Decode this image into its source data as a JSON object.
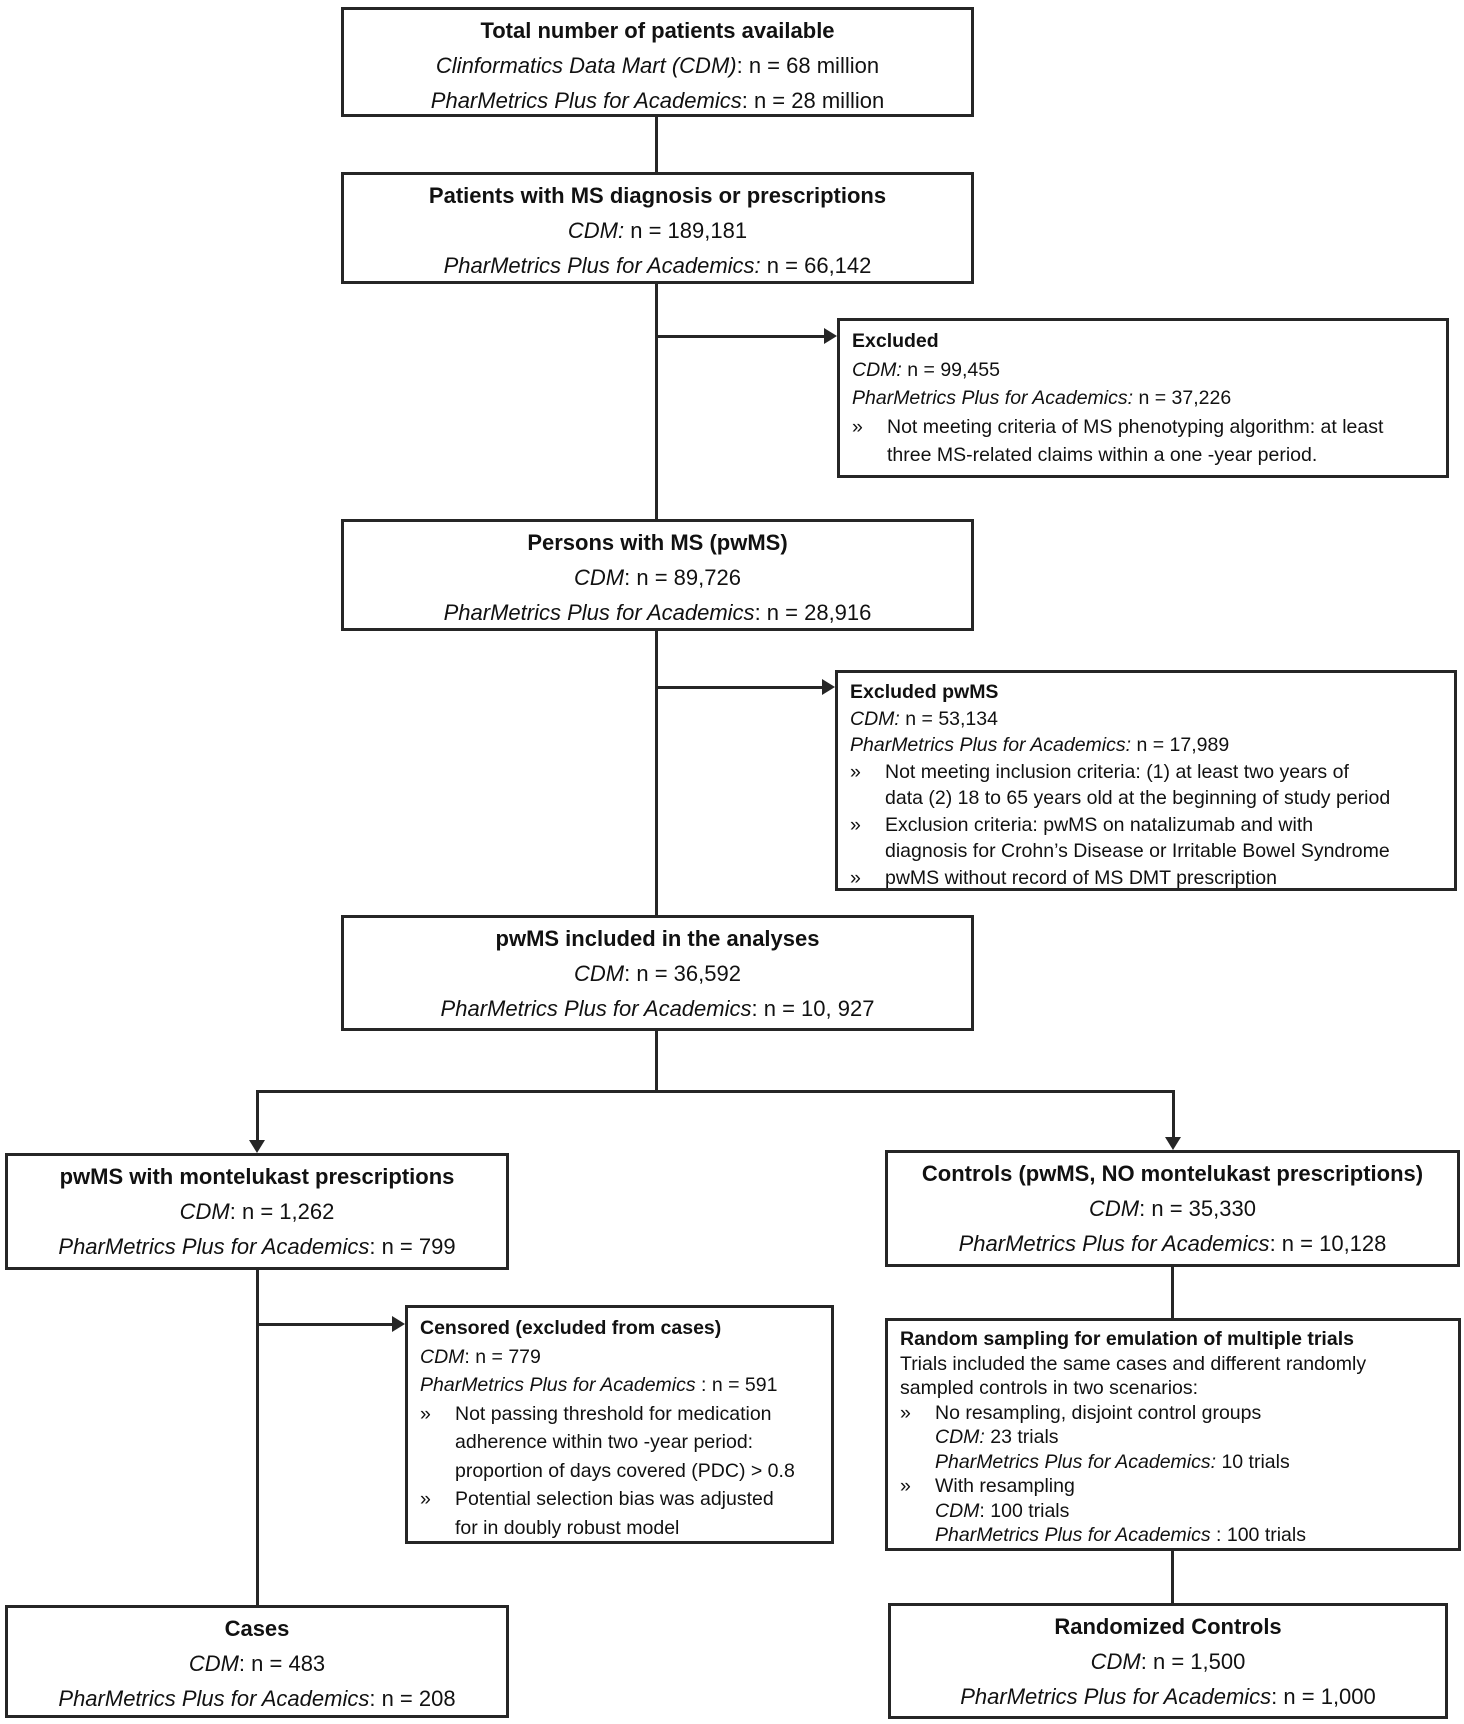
{
  "bullet_marker": "»",
  "colors": {
    "line": "#262626",
    "text": "#111111",
    "background": "#ffffff"
  },
  "boxes": [
    {
      "id": "total-patients",
      "title": "Total number of patients available",
      "content": [
        {
          "type": "line",
          "parts": [
            {
              "t": "Clinformatics Data Mart (CDM)",
              "i": true
            },
            {
              "t": ": n = 68 million"
            }
          ]
        },
        {
          "type": "line",
          "parts": [
            {
              "t": "PharMetrics Plus for Academics",
              "i": true
            },
            {
              "t": ": n = 28 million"
            }
          ]
        }
      ]
    },
    {
      "id": "ms-diagnosis",
      "title": "Patients with MS diagnosis or prescriptions",
      "content": [
        {
          "type": "line",
          "parts": [
            {
              "t": "CDM:",
              "i": true
            },
            {
              "t": " n = 189,181"
            }
          ]
        },
        {
          "type": "line",
          "parts": [
            {
              "t": "PharMetrics Plus for Academics:",
              "i": true
            },
            {
              "t": " n = 66,142"
            }
          ]
        }
      ]
    },
    {
      "id": "excluded-ms",
      "title": "Excluded",
      "content": [
        {
          "type": "line",
          "parts": [
            {
              "t": "CDM:",
              "i": true
            },
            {
              "t": " n = 99,455"
            }
          ]
        },
        {
          "type": "line",
          "parts": [
            {
              "t": "PharMetrics Plus for Academics:",
              "i": true
            },
            {
              "t": " n = 37,226"
            }
          ]
        },
        {
          "type": "bullet",
          "lines": [
            [
              {
                "t": "Not meeting criteria of MS phenotyping algorithm: at least"
              }
            ],
            [
              {
                "t": "three MS-related claims within a one -year period."
              }
            ]
          ]
        }
      ]
    },
    {
      "id": "pwms",
      "title": "Persons with MS (pwMS)",
      "content": [
        {
          "type": "line",
          "parts": [
            {
              "t": "CDM",
              "i": true
            },
            {
              "t": ": n = 89,726"
            }
          ]
        },
        {
          "type": "line",
          "parts": [
            {
              "t": "PharMetrics Plus for Academics",
              "i": true
            },
            {
              "t": ": n = 28,916"
            }
          ]
        }
      ]
    },
    {
      "id": "excluded-pwms",
      "title": "Excluded pwMS",
      "content": [
        {
          "type": "line",
          "parts": [
            {
              "t": "CDM:",
              "i": true
            },
            {
              "t": " n = 53,134"
            }
          ]
        },
        {
          "type": "line",
          "parts": [
            {
              "t": "PharMetrics Plus for Academics:",
              "i": true
            },
            {
              "t": " n = 17,989"
            }
          ]
        },
        {
          "type": "bullet",
          "lines": [
            [
              {
                "t": "Not meeting inclusion criteria: (1) at least two years of"
              }
            ],
            [
              {
                "t": "data (2) 18 to 65 years old at the beginning of study period"
              }
            ]
          ]
        },
        {
          "type": "bullet",
          "lines": [
            [
              {
                "t": "Exclusion criteria: pwMS on natalizumab and with"
              }
            ],
            [
              {
                "t": "diagnosis for Crohn’s Disease or Irritable Bowel  Syndrome"
              }
            ]
          ]
        },
        {
          "type": "bullet",
          "lines": [
            [
              {
                "t": "pwMS without record of MS DMT prescription"
              }
            ]
          ]
        }
      ]
    },
    {
      "id": "included",
      "title": "pwMS included in the analyses",
      "content": [
        {
          "type": "line",
          "parts": [
            {
              "t": "CDM",
              "i": true
            },
            {
              "t": ": n = 36,592"
            }
          ]
        },
        {
          "type": "line",
          "parts": [
            {
              "t": "PharMetrics Plus for Academics",
              "i": true
            },
            {
              "t": ": n = 10, 927"
            }
          ]
        }
      ]
    },
    {
      "id": "montelukast",
      "title": "pwMS with montelukast prescriptions",
      "content": [
        {
          "type": "line",
          "parts": [
            {
              "t": "CDM",
              "i": true
            },
            {
              "t": ": n = 1,262"
            }
          ]
        },
        {
          "type": "line",
          "parts": [
            {
              "t": "PharMetrics Plus for Academics",
              "i": true
            },
            {
              "t": ": n = 799"
            }
          ]
        }
      ]
    },
    {
      "id": "controls",
      "title": "Controls (pwMS, NO montelukast prescriptions)",
      "content": [
        {
          "type": "line",
          "parts": [
            {
              "t": "CDM",
              "i": true
            },
            {
              "t": ": n = 35,330"
            }
          ]
        },
        {
          "type": "line",
          "parts": [
            {
              "t": "PharMetrics Plus for Academics",
              "i": true
            },
            {
              "t": ": n = 10,128"
            }
          ]
        }
      ]
    },
    {
      "id": "censored",
      "title": "Censored (excluded from cases)",
      "content": [
        {
          "type": "line",
          "parts": [
            {
              "t": "CDM",
              "i": true
            },
            {
              "t": ": n = 779"
            }
          ]
        },
        {
          "type": "line",
          "parts": [
            {
              "t": "PharMetrics Plus for Academics",
              "i": true
            },
            {
              "t": " : n = 591"
            }
          ]
        },
        {
          "type": "bullet",
          "lines": [
            [
              {
                "t": "Not passing threshold for medication"
              }
            ],
            [
              {
                "t": "adherence within two -year period:"
              }
            ],
            [
              {
                "t": "proportion of days covered (PDC) > 0.8"
              }
            ]
          ]
        },
        {
          "type": "bullet",
          "lines": [
            [
              {
                "t": "Potential selection bias was adjusted"
              }
            ],
            [
              {
                "t": "for in doubly robust model"
              }
            ]
          ]
        }
      ]
    },
    {
      "id": "random-sampling",
      "title": "Random sampling for emulation of multiple trials",
      "content": [
        {
          "type": "line",
          "parts": [
            {
              "t": "Trials included the same cases and different randomly"
            }
          ]
        },
        {
          "type": "line",
          "parts": [
            {
              "t": "sampled controls in two scenarios:"
            }
          ]
        },
        {
          "type": "bullet",
          "lines": [
            [
              {
                "t": "No resampling, disjoint control groups"
              }
            ],
            [
              {
                "t": "CDM:",
                "i": true
              },
              {
                "t": " 23 trials"
              }
            ],
            [
              {
                "t": "PharMetrics Plus for Academics:",
                "i": true
              },
              {
                "t": " 10 trials"
              }
            ]
          ]
        },
        {
          "type": "bullet",
          "lines": [
            [
              {
                "t": "With resampling"
              }
            ],
            [
              {
                "t": "CDM",
                "i": true
              },
              {
                "t": ": 100 trials"
              }
            ],
            [
              {
                "t": "PharMetrics Plus for Academics",
                "i": true
              },
              {
                "t": " : 100 trials"
              }
            ]
          ]
        }
      ]
    },
    {
      "id": "cases",
      "title": "Cases",
      "content": [
        {
          "type": "line",
          "parts": [
            {
              "t": "CDM",
              "i": true
            },
            {
              "t": ": n = 483"
            }
          ]
        },
        {
          "type": "line",
          "parts": [
            {
              "t": "PharMetrics Plus for Academics",
              "i": true
            },
            {
              "t": ": n = 208"
            }
          ]
        }
      ]
    },
    {
      "id": "randomized-controls",
      "title": "Randomized Controls",
      "content": [
        {
          "type": "line",
          "parts": [
            {
              "t": "CDM",
              "i": true
            },
            {
              "t": ": n = 1,500"
            }
          ]
        },
        {
          "type": "line",
          "parts": [
            {
              "t": "PharMetrics Plus for Academics",
              "i": true
            },
            {
              "t": ": n = 1,000"
            }
          ]
        }
      ]
    }
  ]
}
